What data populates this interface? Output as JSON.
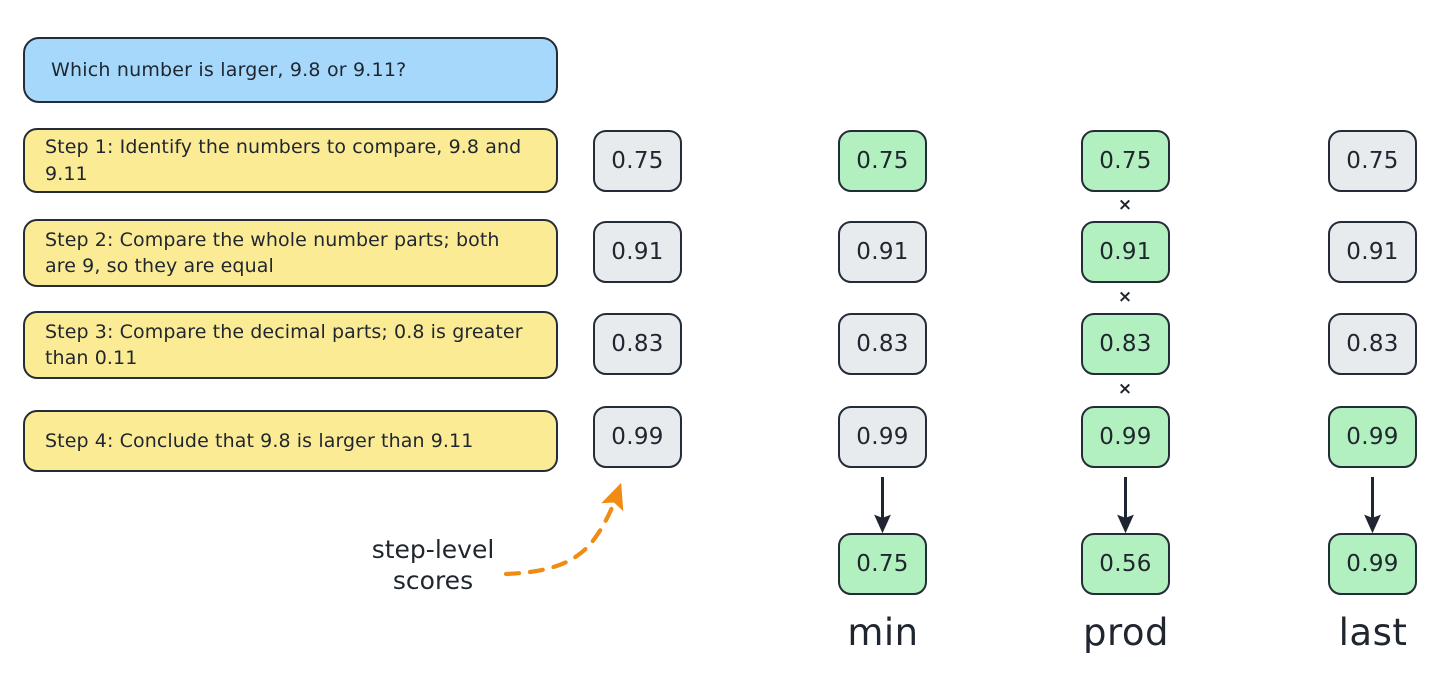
{
  "prompt": {
    "text": "Which number is larger, 9.8 or 9.11?"
  },
  "steps": [
    {
      "text": "Step 1: Identify the numbers to compare, 9.8 and 9.11"
    },
    {
      "text": "Step 2: Compare the whole number parts; both are 9, so they are equal"
    },
    {
      "text": "Step 3: Compare the decimal parts; 0.8 is greater than 0.11"
    },
    {
      "text": "Step 4: Conclude that 9.8 is larger than 9.11"
    }
  ],
  "annotation": {
    "line1": "step-level",
    "line2": "scores"
  },
  "operator_symbol": "×",
  "columns": [
    {
      "id": "scores",
      "caption": "",
      "values": [
        "0.75",
        "0.91",
        "0.83",
        "0.99"
      ],
      "highlighted": [
        false,
        false,
        false,
        false
      ],
      "has_operator": false,
      "has_result": false,
      "result": ""
    },
    {
      "id": "min",
      "caption": "min",
      "values": [
        "0.75",
        "0.91",
        "0.83",
        "0.99"
      ],
      "highlighted": [
        true,
        false,
        false,
        false
      ],
      "has_operator": false,
      "has_result": true,
      "result": "0.75",
      "result_highlighted": true
    },
    {
      "id": "prod",
      "caption": "prod",
      "values": [
        "0.75",
        "0.91",
        "0.83",
        "0.99"
      ],
      "highlighted": [
        true,
        true,
        true,
        true
      ],
      "has_operator": true,
      "has_result": true,
      "result": "0.56",
      "result_highlighted": true
    },
    {
      "id": "last",
      "caption": "last",
      "values": [
        "0.75",
        "0.91",
        "0.83",
        "0.99"
      ],
      "highlighted": [
        false,
        false,
        false,
        true
      ],
      "has_operator": false,
      "has_result": true,
      "result": "0.99",
      "result_highlighted": true
    }
  ],
  "chart_data": {
    "type": "diagram",
    "title": "Step-level score aggregation",
    "step_scores": [
      0.75,
      0.91,
      0.83,
      0.99
    ],
    "aggregations": [
      {
        "name": "min",
        "result": 0.75,
        "selected_steps": [
          1
        ]
      },
      {
        "name": "prod",
        "result": 0.56,
        "selected_steps": [
          1,
          2,
          3,
          4
        ]
      },
      {
        "name": "last",
        "result": 0.99,
        "selected_steps": [
          4
        ]
      }
    ]
  },
  "colors": {
    "prompt_fill": "#a5d8fb",
    "step_fill": "#fceb95",
    "score_fill": "#e8ebee",
    "highlight_fill": "#b3f0bf",
    "stroke": "#242c38",
    "annotation_arrow": "#f08c14"
  }
}
